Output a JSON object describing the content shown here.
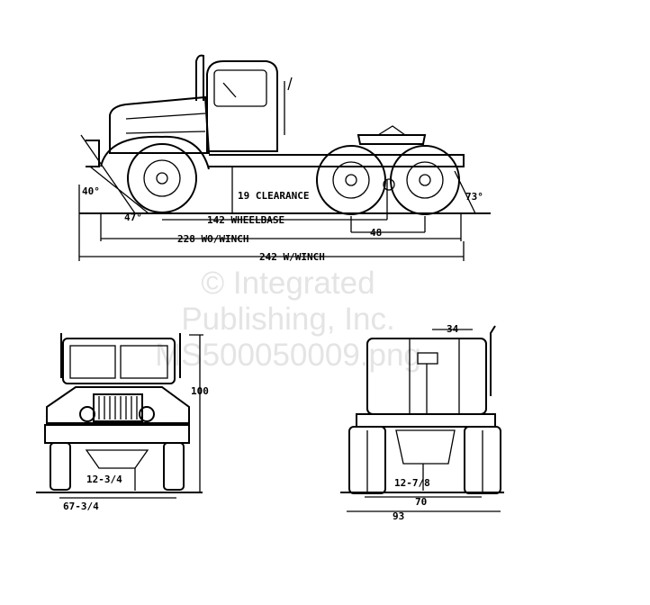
{
  "watermark": {
    "line1": "© Integrated",
    "line2": "Publishing, Inc.",
    "line3": "MS500050009.png"
  },
  "side_view": {
    "clearance": "19 CLEARANCE",
    "wheelbase": "142 WHEELBASE",
    "tandem_spacing": "48",
    "length_wo_winch": "228 WO/WINCH",
    "length_w_winch": "242 W/WINCH",
    "approach_angle_winch": "40°",
    "approach_angle": "47°",
    "departure_angle": "73°"
  },
  "front_view": {
    "height": "100",
    "ground_clearance": "12-3/4",
    "track": "67-3/4"
  },
  "rear_view": {
    "top_width": "34",
    "ground_clearance": "12-7/8",
    "track": "70",
    "overall_width": "93"
  }
}
